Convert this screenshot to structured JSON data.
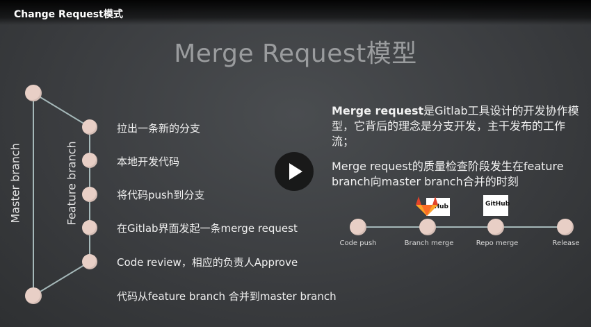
{
  "video": {
    "title": "Change Request模式"
  },
  "slide": {
    "title": "Merge Request模型",
    "master_label": "Master branch",
    "feature_label": "Feature branch",
    "steps": [
      "拉出一条新的分支",
      "本地开发代码",
      "将代码push到分支",
      "在Gitlab界面发起一条merge request",
      "Code review，相应的负责人Approve",
      "代码从feature branch 合并到master branch"
    ],
    "desc1_bold": "Merge request",
    "desc1_rest": "是Gitlab工具设计的开发协作模型，它背后的理念是分支开发，主干发布的工作流；",
    "desc2": "Merge request的质量检查阶段发生在feature branch向master branch合并的时刻",
    "pipeline": [
      "Code push",
      "Branch merge",
      "Repo merge",
      "Release"
    ],
    "gitlab_logo_text": "Hub",
    "github_logo_text": "GitHub"
  },
  "colors": {
    "node": "#e8cfc6",
    "gitlab_orange": "#e2432a",
    "background": "#3a3c3e"
  },
  "icons": {
    "play": "play-icon",
    "gitlab": "gitlab-fox-icon",
    "github": "github-logo"
  }
}
